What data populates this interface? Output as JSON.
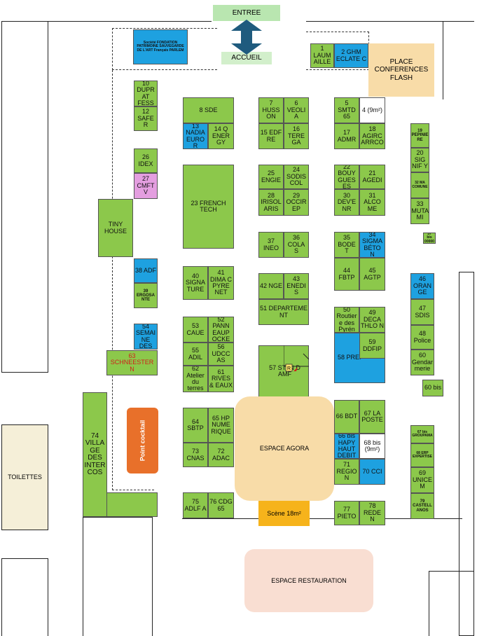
{
  "entrances": {
    "top": "ENTREE",
    "accueil": "ACCUEIL"
  },
  "areas": {
    "agora": "ESPACE AGORA",
    "scene": "Scène 18m²",
    "restauration": "ESPACE RESTAURATION",
    "toilettes": "TOILETTES",
    "cocktail": "Point cocktail",
    "conferences": "PLACE CONFERENCES FLASH"
  },
  "booths": [
    {
      "id": "b-fond",
      "label": "Société FONDATION PATRIMOINE SAUVEGARDE DE L'ART Français PARLEM"
    },
    {
      "id": "b10",
      "label": "10 DUPR AT FESS"
    },
    {
      "id": "b12",
      "label": "12 SAFE R"
    },
    {
      "id": "b26",
      "label": "26 IDEX"
    },
    {
      "id": "b27",
      "label": "27 CMFT V"
    },
    {
      "id": "b-tiny",
      "label": "TINY HOUSE"
    },
    {
      "id": "b38",
      "label": "38 ADF"
    },
    {
      "id": "b39",
      "label": "39 ERGOSA NTE"
    },
    {
      "id": "b54",
      "label": "54 SEMAI NE DES"
    },
    {
      "id": "b63",
      "label": "63 SCHNEESTER N"
    },
    {
      "id": "b74",
      "label": "74 VILLA GE DES INTER COS"
    },
    {
      "id": "b8",
      "label": "8 SDE"
    },
    {
      "id": "b13",
      "label": "13 NADIA EURO R"
    },
    {
      "id": "b14",
      "label": "14 Q ENER GY"
    },
    {
      "id": "b23",
      "label": "23 FRENCH TECH"
    },
    {
      "id": "b40",
      "label": "40 SIGNA TURE"
    },
    {
      "id": "b41",
      "label": "41 DIMA C PYRE NET"
    },
    {
      "id": "b53",
      "label": "53 CAUE"
    },
    {
      "id": "b52",
      "label": "52 PANN EAUP OCKE"
    },
    {
      "id": "b55",
      "label": "55 ADIL"
    },
    {
      "id": "b56",
      "label": "56 UDCC AS"
    },
    {
      "id": "b62",
      "label": "62 Atelier du terres"
    },
    {
      "id": "b61",
      "label": "61 RIVES & EAUX"
    },
    {
      "id": "b64",
      "label": "64 SBTP"
    },
    {
      "id": "b65",
      "label": "65 HP NUME RIQUE"
    },
    {
      "id": "b73",
      "label": "73 CNAS"
    },
    {
      "id": "b72",
      "label": "72 ADAC"
    },
    {
      "id": "b75",
      "label": "75 ADLF A"
    },
    {
      "id": "b76",
      "label": "76 CDG 65"
    },
    {
      "id": "b7",
      "label": "7 HUSS ON"
    },
    {
      "id": "b6",
      "label": "6 VEOLI A"
    },
    {
      "id": "b15",
      "label": "15 EDF RE"
    },
    {
      "id": "b16",
      "label": "16 TERE GA"
    },
    {
      "id": "b25",
      "label": "25 ENGIE"
    },
    {
      "id": "b24",
      "label": "24 SODIS COL"
    },
    {
      "id": "b28",
      "label": "28 IRISOL ARIS"
    },
    {
      "id": "b29",
      "label": "29 OCCIR EP"
    },
    {
      "id": "b37",
      "label": "37 INEO"
    },
    {
      "id": "b36",
      "label": "36 COLA S"
    },
    {
      "id": "b42",
      "label": "42 NGE"
    },
    {
      "id": "b43",
      "label": "43 ENEDI S"
    },
    {
      "id": "b51",
      "label": "51 DEPARTEME NT"
    },
    {
      "id": "b57",
      "label": "57 STAN D AMF"
    },
    {
      "id": "b1",
      "label": "1 LAUM AILLE"
    },
    {
      "id": "b2",
      "label": "2 GHM ECLATE C"
    },
    {
      "id": "b5",
      "label": "5 SMTD 65"
    },
    {
      "id": "b4",
      "label": "4 (9m²)"
    },
    {
      "id": "b17",
      "label": "17 ADMR"
    },
    {
      "id": "b18",
      "label": "18 AGIRC ARRCO"
    },
    {
      "id": "b22",
      "label": "22 BOUY GUES ES"
    },
    {
      "id": "b21",
      "label": "21 AGEDI"
    },
    {
      "id": "b30",
      "label": "30 DEV'E NR"
    },
    {
      "id": "b31",
      "label": "31 ALCO ME"
    },
    {
      "id": "b35",
      "label": "35 BODE T"
    },
    {
      "id": "b34",
      "label": "34 SIGMA BÉTO N"
    },
    {
      "id": "b44",
      "label": "44 FBTP"
    },
    {
      "id": "b45",
      "label": "45 AGTP"
    },
    {
      "id": "b50",
      "label": "50 Routier e des Pyrén"
    },
    {
      "id": "b49",
      "label": "49 DECA THLO N"
    },
    {
      "id": "b58",
      "label": "58 PREF"
    },
    {
      "id": "b59",
      "label": "59 DDFIP"
    },
    {
      "id": "b66",
      "label": "66 BDT"
    },
    {
      "id": "b67",
      "label": "67 LA POSTE"
    },
    {
      "id": "b66b",
      "label": "66 bis HAPY HAUT DEBIT"
    },
    {
      "id": "b68b",
      "label": "68 bis (9m²)"
    },
    {
      "id": "b71",
      "label": "71 REGIO N"
    },
    {
      "id": "b70",
      "label": "70 CCI"
    },
    {
      "id": "b77",
      "label": "77 PIETO"
    },
    {
      "id": "b78",
      "label": "78 REDE N"
    },
    {
      "id": "b19",
      "label": "19 PEPINIE RE"
    },
    {
      "id": "b20",
      "label": "20 SIG NIF Y"
    },
    {
      "id": "b32",
      "label": "32 MA COMUNE"
    },
    {
      "id": "b33",
      "label": "33 MUTA MI"
    },
    {
      "id": "b37b",
      "label": "37 bis 00000"
    },
    {
      "id": "b46",
      "label": "46 ORAN GE"
    },
    {
      "id": "b47",
      "label": "47 SDIS"
    },
    {
      "id": "b48",
      "label": "48 Police"
    },
    {
      "id": "b60",
      "label": "60 Gendar merie"
    },
    {
      "id": "b60b",
      "label": "60 bis"
    },
    {
      "id": "b67b",
      "label": "67 bis GROUPAMA"
    },
    {
      "id": "b68",
      "label": "68 ERP EXPERTISE"
    },
    {
      "id": "b69",
      "label": "69 UNICE M"
    },
    {
      "id": "b79",
      "label": "79 CASTELL ANOS"
    }
  ],
  "colors": {
    "green": "#8cc84b",
    "blue": "#1ea1e0",
    "pink": "#e49ee0",
    "agora": "#f8dca8",
    "scene": "#f6b31b",
    "restauration": "#f9ded2",
    "toilettes": "#f5efd8",
    "cocktail": "#e8702a",
    "conferences": "#f8dca8",
    "entrance": "#b9e6b0",
    "arrow": "#1f5b7e"
  }
}
